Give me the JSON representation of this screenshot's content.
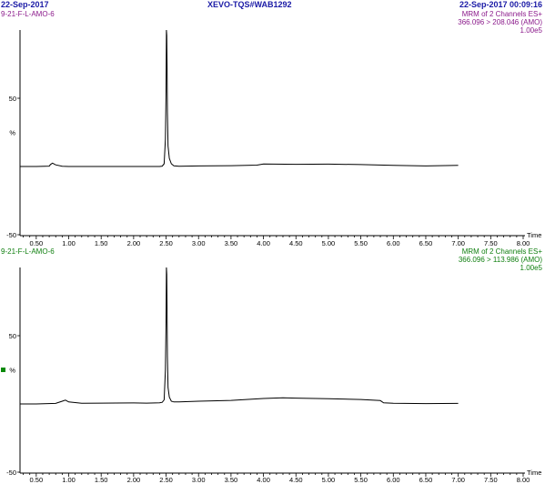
{
  "header": {
    "date_left": "22-Sep-2017",
    "instrument": "XEVO-TQS#WAB1292",
    "datetime_right": "22-Sep-2017  00:09:16"
  },
  "colors": {
    "header_blue": "#1a1aa6",
    "trace1_label": "#8b1a8b",
    "trace2_label": "#0f7f0f",
    "trace_line": "#000000",
    "marker": "#0a8a0a"
  },
  "chart_data": [
    {
      "type": "line",
      "sample": "9-21-F-L-AMO-6",
      "info_line1": "MRM of 2 Channels ES+",
      "info_line2": "366.096 > 208.046 (AMO)",
      "info_line3": "1.00e5",
      "ylabel": "%",
      "xlabel": "Time",
      "xlim": [
        0.25,
        8.0
      ],
      "ylim": [
        -50,
        100
      ],
      "x_ticks": [
        "0.50",
        "1.00",
        "1.50",
        "2.00",
        "2.50",
        "3.00",
        "3.50",
        "4.00",
        "4.50",
        "5.00",
        "5.50",
        "6.00",
        "6.50",
        "7.00",
        "7.50",
        "8.00"
      ],
      "y_ticks": [
        "50",
        "-50"
      ],
      "x": [
        0.25,
        0.5,
        0.7,
        0.72,
        0.75,
        0.8,
        0.9,
        1.0,
        1.5,
        2.0,
        2.2,
        2.4,
        2.44,
        2.47,
        2.49,
        2.5,
        2.505,
        2.51,
        2.515,
        2.52,
        2.53,
        2.55,
        2.58,
        2.62,
        2.7,
        3.0,
        3.5,
        3.9,
        4.0,
        4.5,
        5.0,
        5.5,
        6.0,
        6.5,
        7.0
      ],
      "y": [
        0,
        0,
        0.3,
        1.5,
        2.5,
        1.2,
        0.2,
        0,
        0,
        0,
        0,
        0,
        0.3,
        2,
        20,
        55,
        100,
        96,
        75,
        40,
        15,
        6,
        2,
        0.5,
        0.1,
        0.4,
        0.6,
        1,
        1.8,
        1.6,
        1.7,
        1.4,
        0.8,
        0.4,
        0.8
      ]
    },
    {
      "type": "line",
      "sample": "9-21-F-L-AMO-6",
      "info_line1": "MRM of 2 Channels ES+",
      "info_line2": "366.096 > 113.986 (AMO)",
      "info_line3": "1.00e5",
      "ylabel": "%",
      "xlabel": "Time",
      "xlim": [
        0.25,
        8.0
      ],
      "ylim": [
        -50,
        100
      ],
      "x_ticks": [
        "0.50",
        "1.00",
        "1.50",
        "2.00",
        "2.50",
        "3.00",
        "3.50",
        "4.00",
        "4.50",
        "5.00",
        "5.50",
        "6.00",
        "6.50",
        "7.00",
        "7.50",
        "8.00"
      ],
      "y_ticks": [
        "50",
        "-50"
      ],
      "x": [
        0.25,
        0.5,
        0.8,
        0.9,
        0.95,
        1.0,
        1.2,
        1.5,
        2.0,
        2.2,
        2.4,
        2.44,
        2.47,
        2.49,
        2.5,
        2.505,
        2.51,
        2.515,
        2.52,
        2.53,
        2.55,
        2.58,
        2.62,
        2.7,
        3.0,
        3.5,
        4.0,
        4.3,
        4.5,
        5.0,
        5.5,
        5.8,
        5.85,
        6.0,
        6.5,
        7.0
      ],
      "y": [
        0,
        0,
        0.4,
        2,
        2.8,
        1.5,
        0.5,
        0.6,
        0.7,
        0.6,
        0.8,
        1.2,
        3,
        25,
        60,
        100,
        95,
        70,
        35,
        12,
        5,
        2,
        1.5,
        1.5,
        2,
        2.6,
        4,
        4.5,
        4.3,
        3.8,
        3.3,
        2.5,
        0.8,
        0.5,
        0.3,
        0.4
      ]
    }
  ]
}
